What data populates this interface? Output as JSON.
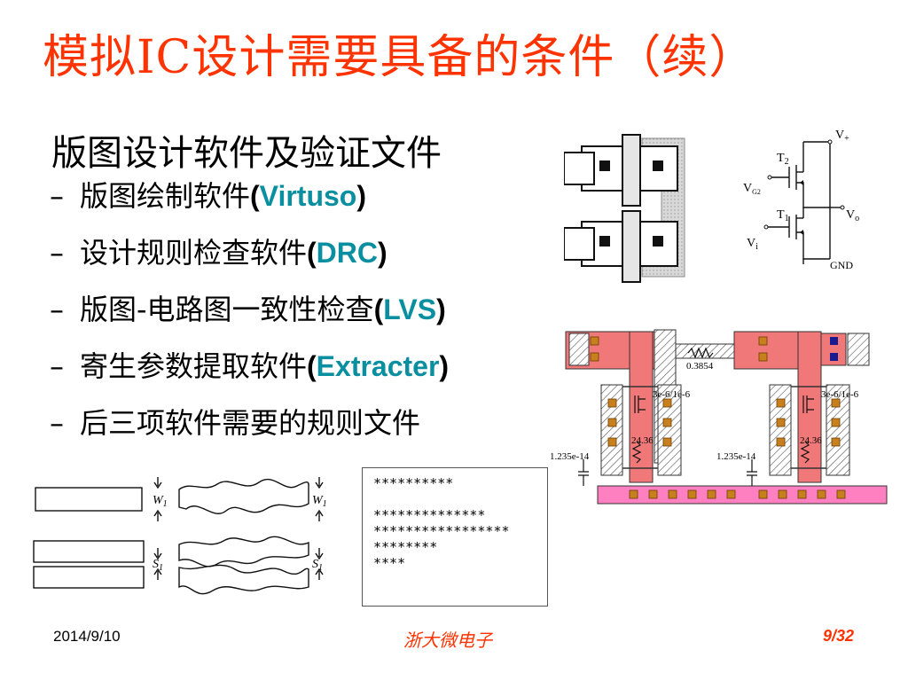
{
  "title": "模拟IC设计需要具备的条件（续）",
  "heading": "版图设计软件及验证文件",
  "bullets": [
    {
      "dash": "–",
      "text": "版图绘制软件",
      "open": "(",
      "keyword": "Virtuso",
      "close": ")"
    },
    {
      "dash": "–",
      "text": "设计规则检查软件",
      "open": "(",
      "keyword": "DRC",
      "close": ")"
    },
    {
      "dash": "–",
      "text": "版图-电路图一致性检查",
      "open": "(",
      "keyword": "LVS",
      "close": ")"
    },
    {
      "dash": "–",
      "text": "寄生参数提取软件",
      "open": "(",
      "keyword": "Extracter",
      "close": ")"
    },
    {
      "dash": "–",
      "text": "后三项软件需要的规则文件",
      "open": "",
      "keyword": "",
      "close": ""
    }
  ],
  "schematic": {
    "vplus": "V",
    "vplus_sub": "+",
    "t2": "T",
    "t2_sub": "2",
    "vg2": "V",
    "vg2_sub": "G2",
    "t1": "T",
    "t1_sub": "1",
    "vo": "V",
    "vo_sub": "o",
    "vi": "V",
    "vi_sub": "i",
    "gnd": "GND"
  },
  "parasitic": {
    "r_mid": "0.3854",
    "c_left": "1.235e-14",
    "c_right": "1.235e-14",
    "r_left": "24.36",
    "r_right": "24.36",
    "tag_left": "3e-6/1e-6",
    "tag_right": "3e-6/1e-6"
  },
  "rules": {
    "w_label": "W",
    "w_sub": "1",
    "s_label": "S",
    "s_sub": "1"
  },
  "code_lines": [
    "**********",
    "",
    "**************",
    "*****************",
    "********",
    "****"
  ],
  "footer": {
    "date": "2014/9/10",
    "center": "浙大微电子",
    "page": "9/32"
  },
  "colors": {
    "title": "#ff3300",
    "keyword": "#0a8fa0",
    "poly": "#f07878",
    "contact": "#c8801e",
    "metal_pink": "#ff80c0"
  }
}
